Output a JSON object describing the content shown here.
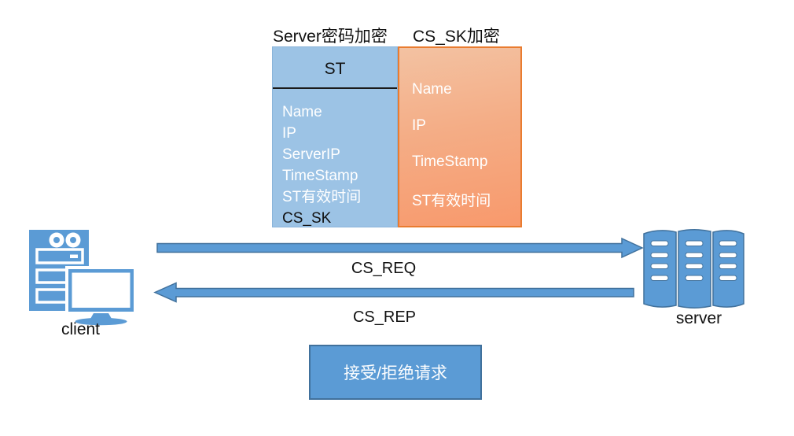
{
  "diagram": {
    "st_box": {
      "title": "Server密码加密",
      "header": "ST",
      "fields": [
        "Name",
        "IP",
        "ServerIP",
        "TimeStamp",
        "ST有效时间"
      ],
      "secret_field": "CS_SK"
    },
    "sk_box": {
      "title": "CS_SK加密",
      "fields": [
        "Name",
        "IP",
        "TimeStamp",
        "ST有效时间"
      ]
    },
    "client": {
      "label": "client"
    },
    "server": {
      "label": "server"
    },
    "messages": {
      "request": "CS_REQ",
      "reply": "CS_REP"
    },
    "decision": {
      "label": "接受/拒绝请求"
    },
    "colors": {
      "ticket_fill": "#9CC3E5",
      "shape_blue": "#5B9BD5",
      "shape_blue_border": "#41719C",
      "sk_fill_top": "#F3C2A2",
      "sk_fill_bottom": "#F8996C",
      "sk_border": "#E97C30"
    }
  }
}
